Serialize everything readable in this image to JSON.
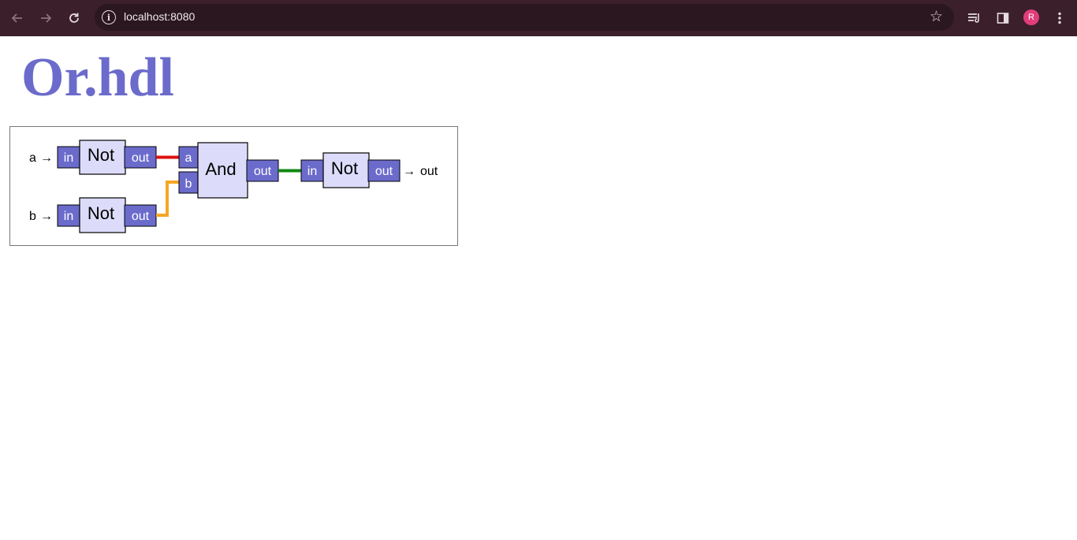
{
  "browser": {
    "url": "localhost:8080",
    "info_icon": "i",
    "profile_initial": "R",
    "icons": [
      "back-icon",
      "forward-icon",
      "reload-icon",
      "site-info-icon",
      "bookmark-star-icon",
      "reading-list-icon",
      "side-panel-icon",
      "avatar",
      "more-menu-icon"
    ]
  },
  "page": {
    "title": "Or.hdl"
  },
  "diagram": {
    "inputs": {
      "a": "a",
      "b": "b",
      "arrow": "→"
    },
    "output": {
      "label": "out",
      "arrow": "→"
    },
    "gates": {
      "not_a": {
        "name": "Not",
        "in": "in",
        "out": "out"
      },
      "not_b": {
        "name": "Not",
        "in": "in",
        "out": "out"
      },
      "and": {
        "name": "And",
        "a": "a",
        "b": "b",
        "out": "out"
      },
      "not_out": {
        "name": "Not",
        "in": "in",
        "out": "out"
      }
    },
    "colors": {
      "gate_fill": "#dcdcfa",
      "pin_fill": "#6b6bcc",
      "wire_red": "#dd1111",
      "wire_orange": "#f5a623",
      "wire_green": "#118811",
      "title": "#6b6bcc"
    }
  }
}
